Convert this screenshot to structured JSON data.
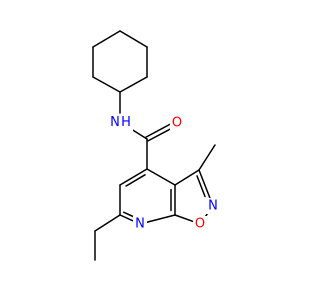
{
  "molecule": {
    "atoms": [
      {
        "id": "cy1",
        "symbol": "",
        "color": "#000000"
      },
      {
        "id": "cy2",
        "symbol": "",
        "color": "#000000"
      },
      {
        "id": "cy3",
        "symbol": "",
        "color": "#000000"
      },
      {
        "id": "cy4",
        "symbol": "",
        "color": "#000000"
      },
      {
        "id": "cy5",
        "symbol": "",
        "color": "#000000"
      },
      {
        "id": "cy6",
        "symbol": "",
        "color": "#000000"
      },
      {
        "id": "n_amide",
        "symbol": "N",
        "hydrogen": "H",
        "color": "#0000ff"
      },
      {
        "id": "c_carbonyl",
        "symbol": "",
        "color": "#000000"
      },
      {
        "id": "o_carbonyl",
        "symbol": "O",
        "color": "#ff0000"
      },
      {
        "id": "c4",
        "symbol": "",
        "color": "#000000"
      },
      {
        "id": "c5",
        "symbol": "",
        "color": "#000000"
      },
      {
        "id": "c6",
        "symbol": "",
        "color": "#000000"
      },
      {
        "id": "n7",
        "symbol": "N",
        "color": "#0000ff"
      },
      {
        "id": "c7a",
        "symbol": "",
        "color": "#000000"
      },
      {
        "id": "c3a",
        "symbol": "",
        "color": "#000000"
      },
      {
        "id": "c3",
        "symbol": "",
        "color": "#000000"
      },
      {
        "id": "n2",
        "symbol": "N",
        "color": "#0000ff"
      },
      {
        "id": "o1",
        "symbol": "O",
        "color": "#ff0000"
      },
      {
        "id": "ch3",
        "symbol": "",
        "color": "#000000"
      },
      {
        "id": "ch2",
        "symbol": "",
        "color": "#000000"
      },
      {
        "id": "ch3_ethyl",
        "symbol": "",
        "color": "#000000"
      }
    ],
    "bonds": [
      {
        "a": "cy1",
        "b": "cy2",
        "order": 1
      },
      {
        "a": "cy2",
        "b": "cy3",
        "order": 1
      },
      {
        "a": "cy3",
        "b": "cy4",
        "order": 1
      },
      {
        "a": "cy4",
        "b": "cy5",
        "order": 1
      },
      {
        "a": "cy5",
        "b": "cy6",
        "order": 1
      },
      {
        "a": "cy6",
        "b": "cy1",
        "order": 1
      },
      {
        "a": "cy1",
        "b": "n_amide",
        "order": 1
      },
      {
        "a": "n_amide",
        "b": "c_carbonyl",
        "order": 1
      },
      {
        "a": "c_carbonyl",
        "b": "o_carbonyl",
        "order": 2
      },
      {
        "a": "c_carbonyl",
        "b": "c4",
        "order": 1
      },
      {
        "a": "c4",
        "b": "c5",
        "order": 2
      },
      {
        "a": "c5",
        "b": "c6",
        "order": 1
      },
      {
        "a": "c6",
        "b": "n7",
        "order": 2
      },
      {
        "a": "n7",
        "b": "c7a",
        "order": 1
      },
      {
        "a": "c7a",
        "b": "c3a",
        "order": 2
      },
      {
        "a": "c3a",
        "b": "c4",
        "order": 1
      },
      {
        "a": "c3a",
        "b": "c3",
        "order": 1
      },
      {
        "a": "c3",
        "b": "n2",
        "order": 2
      },
      {
        "a": "n2",
        "b": "o1",
        "order": 1
      },
      {
        "a": "o1",
        "b": "c7a",
        "order": 1
      },
      {
        "a": "c3",
        "b": "ch3",
        "order": 1
      },
      {
        "a": "c6",
        "b": "ch2",
        "order": 1
      },
      {
        "a": "ch2",
        "b": "ch3_ethyl",
        "order": 1
      }
    ]
  }
}
